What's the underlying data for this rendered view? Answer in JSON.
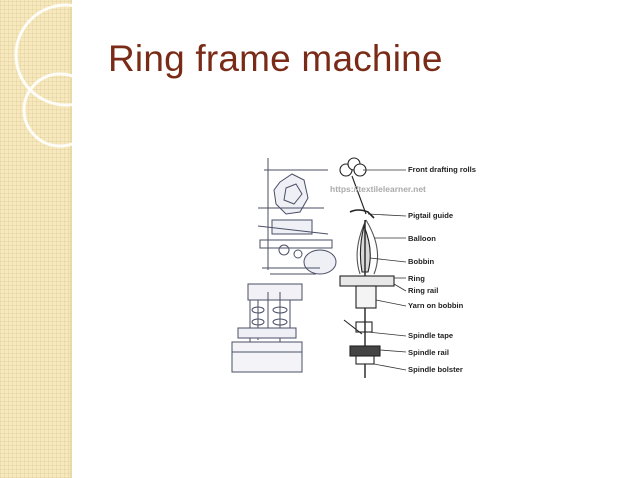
{
  "slide": {
    "title": "Ring frame machine"
  },
  "figure": {
    "watermark": "https://textilelearner.net",
    "labels": [
      "Front drafting rolls",
      "Pigtail guide",
      "Balloon",
      "Bobbin",
      "Ring",
      "Ring rail",
      "Yarn on bobbin",
      "Spindle tape",
      "Spindle rail",
      "Spindle bolster"
    ]
  }
}
